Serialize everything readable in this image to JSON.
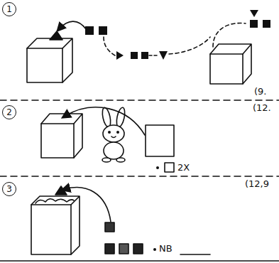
{
  "diagram": {
    "nodes": [
      {
        "text": [
          "1"
        ]
      },
      {
        "text": [
          "2"
        ]
      },
      {
        "text": [
          "3"
        ]
      }
    ],
    "labels": [
      "(9.",
      "(12.",
      "2X",
      "(12,9",
      "NB"
    ]
  }
}
